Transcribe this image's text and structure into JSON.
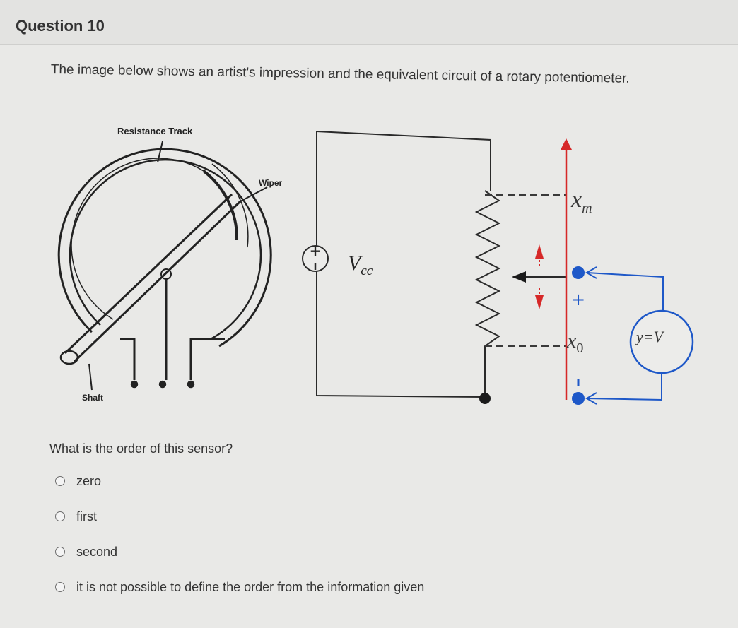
{
  "question": {
    "title": "Question 10",
    "prompt": "The image below shows an artist's impression and the equivalent circuit of a rotary potentiometer.",
    "question_text": "What is the order of this sensor?"
  },
  "figure": {
    "label_resistance_track": "Resistance Track",
    "label_wiper": "Wiper",
    "label_shaft": "Shaft",
    "vcc_main": "V",
    "vcc_sub": "cc",
    "xm_main": "x",
    "xm_sub": "m",
    "x0_main": "x",
    "x0_sub": "0",
    "meter_label": "y=V"
  },
  "options": [
    {
      "label": "zero"
    },
    {
      "label": "first"
    },
    {
      "label": "second"
    },
    {
      "label": "it is not possible to define the order from the information given"
    }
  ]
}
